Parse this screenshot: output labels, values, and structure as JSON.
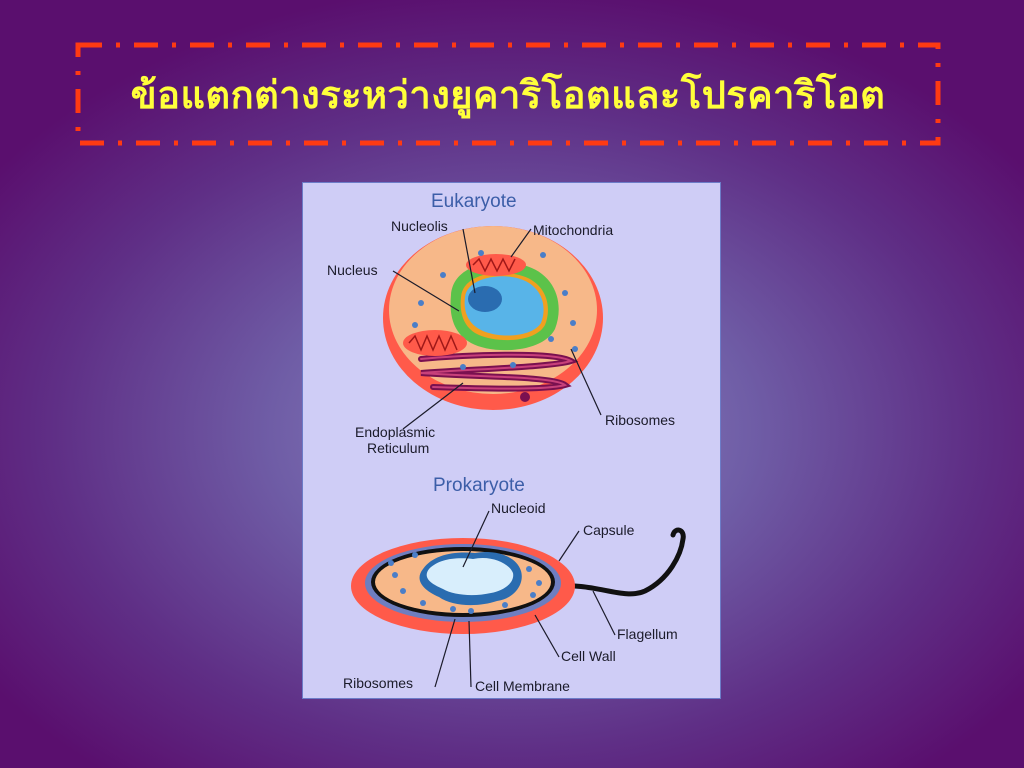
{
  "slide": {
    "title": "ข้อแตกต่างระหว่างยูคาริโอตและโปรคาริโอต"
  },
  "diagram": {
    "eukaryote": {
      "heading": "Eukaryote",
      "labels": {
        "nucleolis": "Nucleolis",
        "mitochondria": "Mitochondria",
        "nucleus": "Nucleus",
        "ribosomes": "Ribosomes",
        "er_line1": "Endoplasmic",
        "er_line2": "Reticulum"
      }
    },
    "prokaryote": {
      "heading": "Prokaryote",
      "labels": {
        "nucleoid": "Nucleoid",
        "capsule": "Capsule",
        "flagellum": "Flagellum",
        "cell_wall": "Cell Wall",
        "ribosomes": "Ribosomes",
        "cell_membrane": "Cell Membrane"
      }
    }
  },
  "colors": {
    "title_text": "#ffff3a",
    "title_frame": "#ff3a12",
    "panel_bg": "#cfcdf6"
  }
}
